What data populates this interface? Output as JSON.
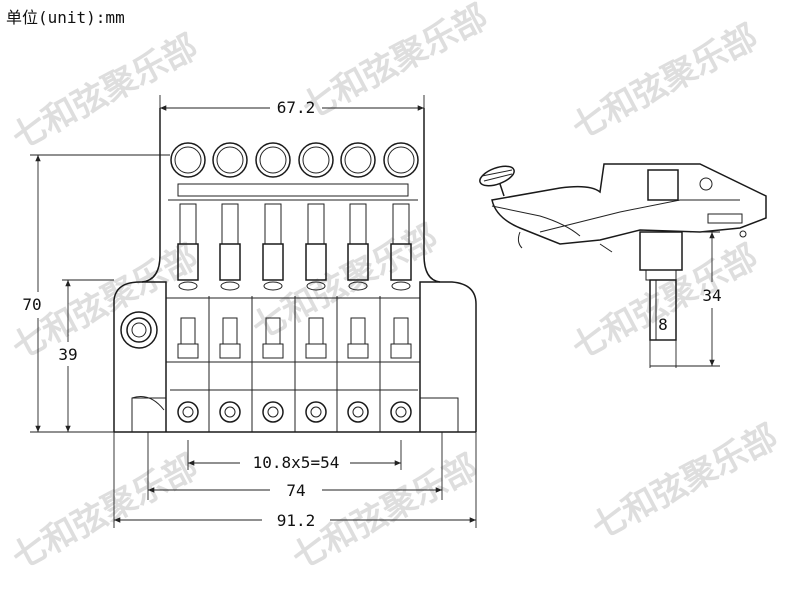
{
  "header": {
    "unit_label": "单位(unit):mm"
  },
  "watermark": {
    "text": "七和弦聚乐部"
  },
  "dimensions": {
    "top_width": "67.2",
    "height_total": "70",
    "height_lower": "39",
    "string_spacing": "10.8x5=54",
    "base_width": "74",
    "total_width": "91.2",
    "post_diameter": "8",
    "post_height": "34"
  },
  "colors": {
    "line": "#1a1a1a",
    "watermark": "#d9d9d9"
  }
}
